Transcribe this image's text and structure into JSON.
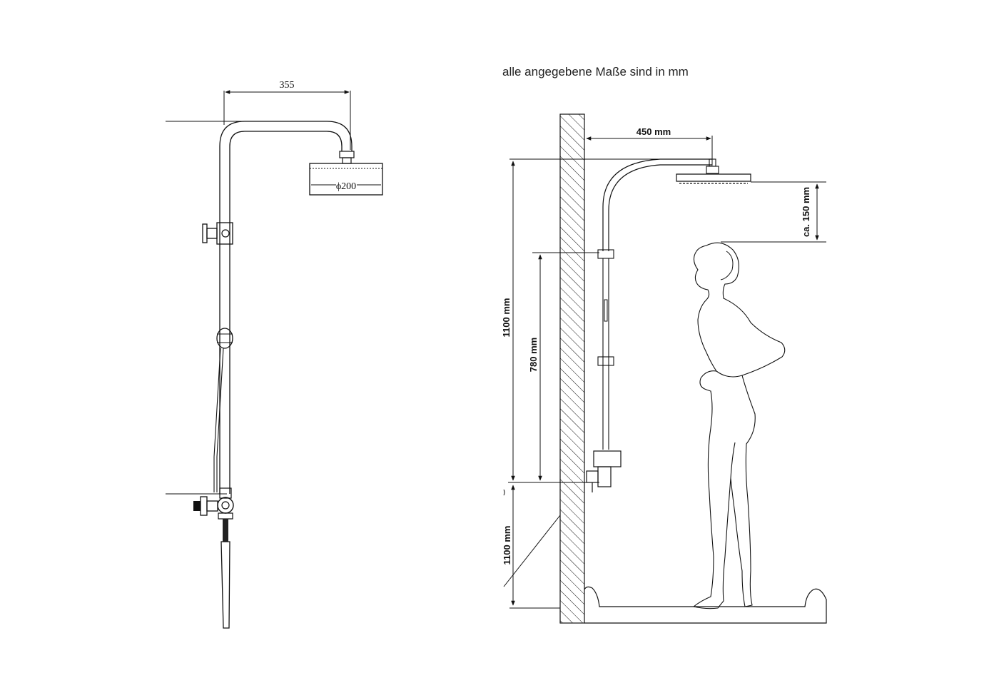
{
  "note": "alle angegebene Maße sind in mm",
  "left_drawing": {
    "arm_width": "355",
    "head_diameter": "ϕ200"
  },
  "right_drawing": {
    "arm_length": "450  mm",
    "head_clearance": "ca. 150 mm",
    "column_height": "1100  mm",
    "bar_length": "780  mm",
    "mixer_height": "1100 mm"
  },
  "colors": {
    "line": "#111111",
    "text": "#222222",
    "background": "#ffffff"
  }
}
